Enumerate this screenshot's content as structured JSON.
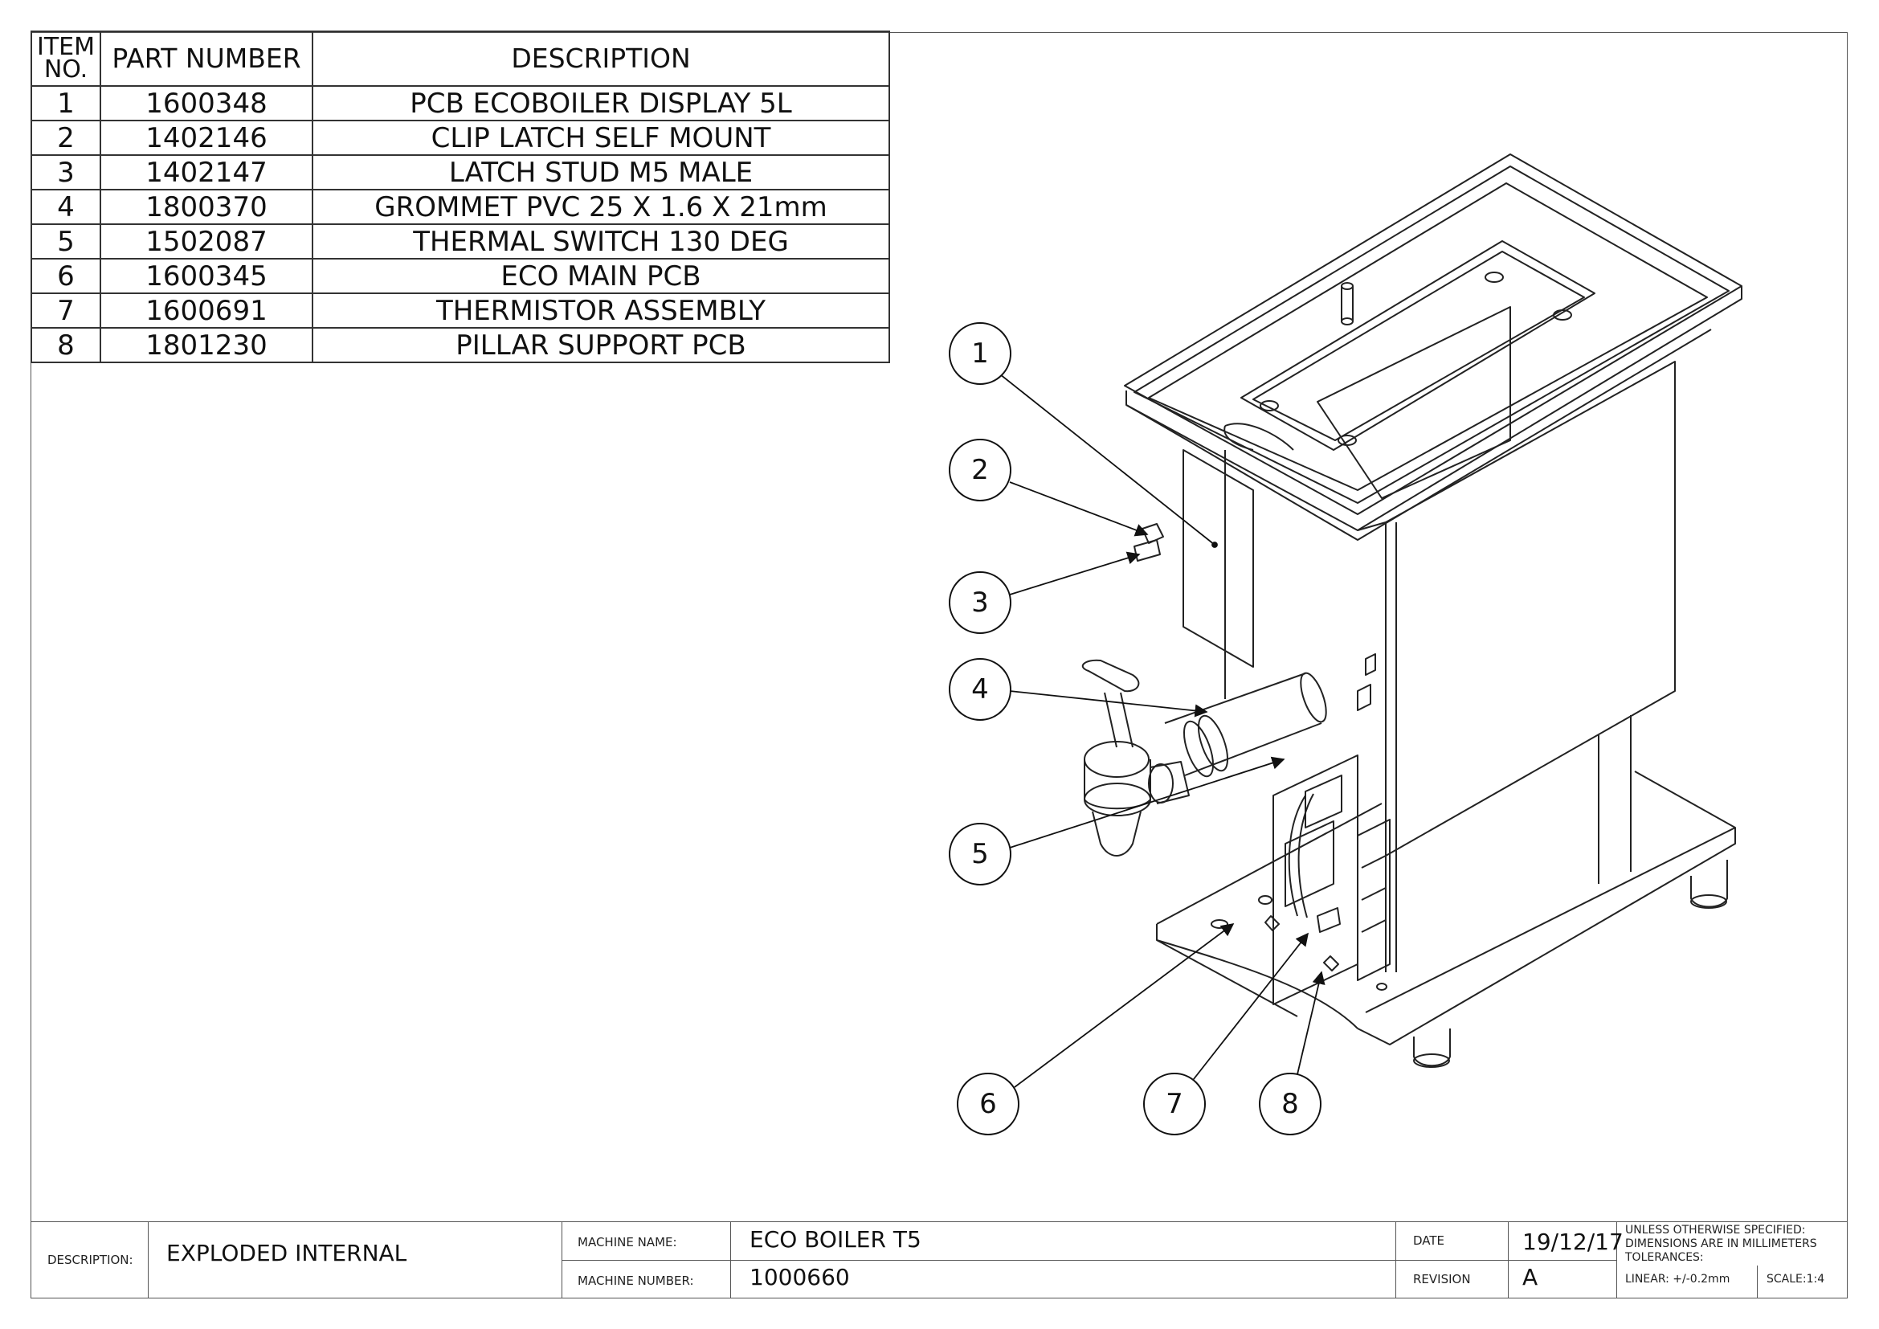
{
  "bom": {
    "headers": {
      "item_line1": "ITEM",
      "item_line2": "NO.",
      "part": "PART NUMBER",
      "description": "DESCRIPTION"
    },
    "rows": [
      {
        "item": "1",
        "part": "1600348",
        "description": "PCB ECOBOILER DISPLAY 5L"
      },
      {
        "item": "2",
        "part": "1402146",
        "description": "CLIP LATCH SELF MOUNT"
      },
      {
        "item": "3",
        "part": "1402147",
        "description": "LATCH STUD M5 MALE"
      },
      {
        "item": "4",
        "part": "1800370",
        "description": "GROMMET PVC 25 X 1.6 X 21mm"
      },
      {
        "item": "5",
        "part": "1502087",
        "description": "THERMAL SWITCH 130 DEG"
      },
      {
        "item": "6",
        "part": "1600345",
        "description": "ECO MAIN PCB"
      },
      {
        "item": "7",
        "part": "1600691",
        "description": "THERMISTOR ASSEMBLY"
      },
      {
        "item": "8",
        "part": "1801230",
        "description": "PILLAR SUPPORT PCB"
      }
    ]
  },
  "balloons": [
    "1",
    "2",
    "3",
    "4",
    "5",
    "6",
    "7",
    "8"
  ],
  "title_block": {
    "description_label": "DESCRIPTION:",
    "description_value": "EXPLODED INTERNAL",
    "machine_name_label": "MACHINE NAME:",
    "machine_name_value": "ECO BOILER T5",
    "machine_number_label": "MACHINE NUMBER:",
    "machine_number_value": "1000660",
    "date_label": "DATE",
    "date_value": "19/12/17",
    "revision_label": "REVISION",
    "revision_value": "A",
    "notes_line1": "UNLESS OTHERWISE SPECIFIED:",
    "notes_line2": "DIMENSIONS ARE IN MILLIMETERS",
    "notes_line3": "TOLERANCES:",
    "notes_line4": "LINEAR: +/-0.2mm",
    "scale": "SCALE:1:4"
  },
  "colors": {
    "line": "#222222",
    "border": "#555555"
  }
}
